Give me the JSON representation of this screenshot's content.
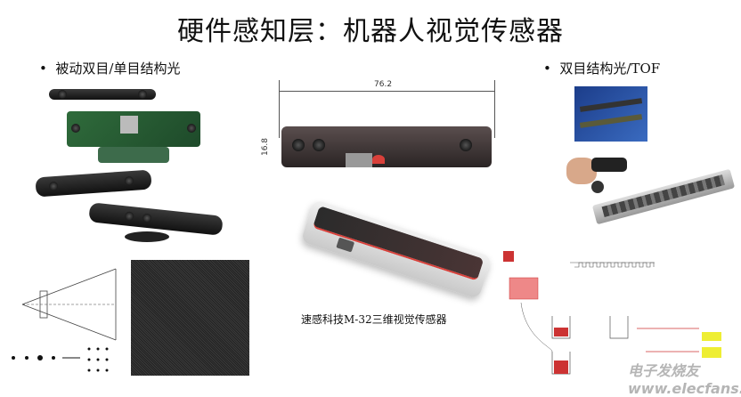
{
  "slide": {
    "title": "硬件感知层：机器人视觉传感器",
    "left_bullet": "被动双目/单目结构光",
    "right_bullet": "双目结构光/TOF",
    "center_caption": "速感科技M-32三维视觉传感器",
    "dimension_width": "76.2",
    "dimension_height": "16.8",
    "watermark": "电子发烧友 www.elecfans.com",
    "accent_color": "#d9403a"
  }
}
